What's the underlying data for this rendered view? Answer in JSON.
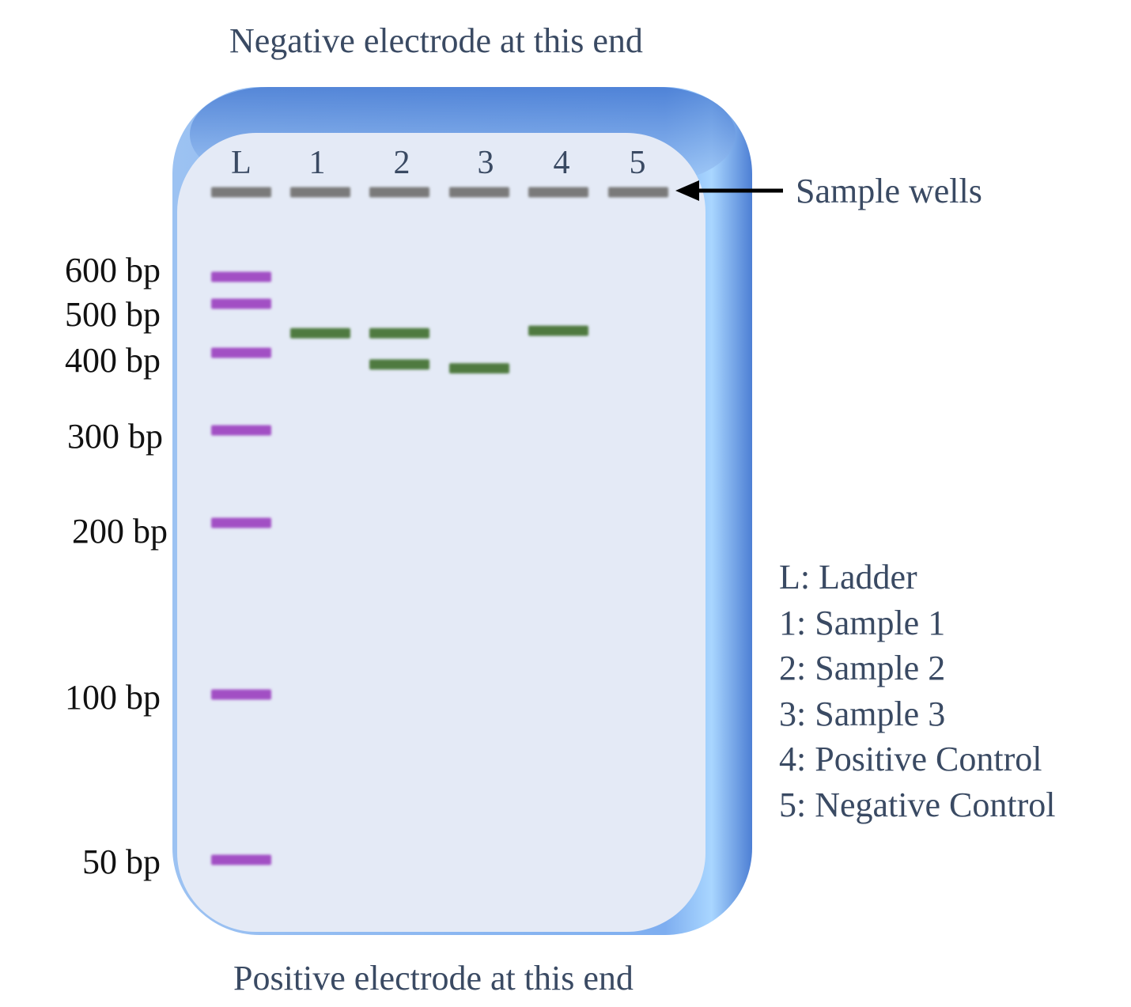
{
  "captions": {
    "top": "Negative electrode at this end",
    "bottom": "Positive electrode at this end",
    "sample_wells": "Sample wells"
  },
  "lanes": [
    "L",
    "1",
    "2",
    "3",
    "4",
    "5"
  ],
  "ladder": [
    {
      "label": "600 bp",
      "bp": 600
    },
    {
      "label": "500 bp",
      "bp": 500
    },
    {
      "label": "400 bp",
      "bp": 400
    },
    {
      "label": "300 bp",
      "bp": 300
    },
    {
      "label": "200 bp",
      "bp": 200
    },
    {
      "label": "100 bp",
      "bp": 100
    },
    {
      "label": "50 bp",
      "bp": 50
    }
  ],
  "sample_bands": [
    {
      "lane": "1",
      "bp": 440
    },
    {
      "lane": "2",
      "bp": 440
    },
    {
      "lane": "2",
      "bp": 385
    },
    {
      "lane": "3",
      "bp": 380
    },
    {
      "lane": "4",
      "bp": 445
    }
  ],
  "legend": [
    "L: Ladder",
    "1: Sample 1",
    "2: Sample 2",
    "3: Sample 3",
    "4: Positive Control",
    "5: Negative Control"
  ],
  "colors": {
    "ladder_band": "#a24fc4",
    "sample_band": "#4f7a3f",
    "well": "#7a7a7a",
    "gel_face": "#e4eaf6",
    "gel_frame": "#5b8ee0"
  }
}
